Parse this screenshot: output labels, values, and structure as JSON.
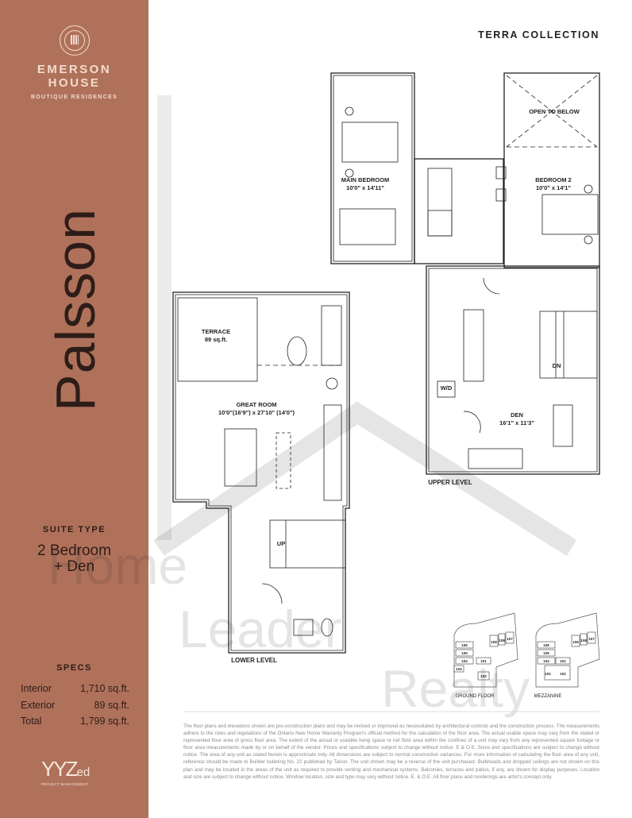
{
  "brand": {
    "name_line1": "EMERSON",
    "name_line2": "HOUSE",
    "tagline": "BOUTIQUE RESIDENCES",
    "accent_color": "#b0715a"
  },
  "collection": "TERRA COLLECTION",
  "suite_name": "Palsson",
  "suite_type": {
    "label": "SUITE TYPE",
    "line1": "2 Bedroom",
    "line2": "+ Den"
  },
  "specs": {
    "label": "SPECS",
    "rows": [
      {
        "name": "Interior",
        "value": "1,710 sq.ft."
      },
      {
        "name": "Exterior",
        "value": "89 sq.ft."
      },
      {
        "name": "Total",
        "value": "1,799 sq.ft."
      }
    ]
  },
  "developer_logo": {
    "main": "YYZ",
    "suffix": "ed",
    "sub": "PROJECT MANAGEMENT"
  },
  "upper_level": {
    "title": "UPPER LEVEL",
    "main_bedroom": {
      "name": "MAIN BEDROOM",
      "size": "10'0\" x 14'11\""
    },
    "open_to_below": "OPEN TO BELOW",
    "bedroom2": {
      "name": "BEDROOM 2",
      "size": "10'0\" x 14'1\""
    },
    "stairs": "DN",
    "laundry": "W/D",
    "den": {
      "name": "DEN",
      "size": "16'1\" x 11'3\""
    }
  },
  "lower_level": {
    "title": "LOWER LEVEL",
    "terrace": {
      "name": "TERRACE",
      "size": "89 sq.ft."
    },
    "great_room": {
      "name": "GREAT ROOM",
      "size": "10'0\"(16'9\") x 27'10\" (14'0\")"
    },
    "stairs": "UP"
  },
  "key_plans": {
    "ground_floor": {
      "label": "GROUND FLOOR",
      "units": [
        "106",
        "105",
        "104",
        "103",
        "101",
        "102",
        "109",
        "108",
        "107"
      ]
    },
    "mezzanine": {
      "label": "MEZZANINE",
      "units": [
        "106",
        "105",
        "104",
        "103",
        "101",
        "102",
        "109",
        "108",
        "107"
      ]
    }
  },
  "watermark": {
    "line1": "Home",
    "line2": "Leader",
    "line3": "Realty"
  },
  "disclaimer": "The floor plans and elevations shown are pre-construction plans and may be revised or improved as necessitated by architectural controls and the construction process. The measurements adhere to the rules and regulations of the Ontario New Home Warranty Program's official method for the calculation of the floor area. The actual usable space may vary from the stated or represented floor area of gross floor area. The extent of the actual or useable living space or net floor area within the confines of a unit may vary from any represented square footage or floor area measurements made by or on behalf of the vendor. Prices and specifications subject to change without notice. E & O.E. Sizes and specifications are subject to change without notice. The area of any unit as stated herein is approximate only. All dimensions are subject to normal construction variances. For more information of calculating the floor area of any unit, reference should be made to Builder bulleting No. 22 published by Tarion. The unit shown may be a reverse of the unit purchased. Bulkheads and dropped ceilings are not shown on this plan and may be located in the areas of the unit as required to provide venting and mechanical systems. Balconies, terraces and patios, if any, are shown for display purposes. Location and size are subject to change without notice. Window location, size and type may vary without notice. E. & O.E. All floor plans and renderings are artist's concept only."
}
